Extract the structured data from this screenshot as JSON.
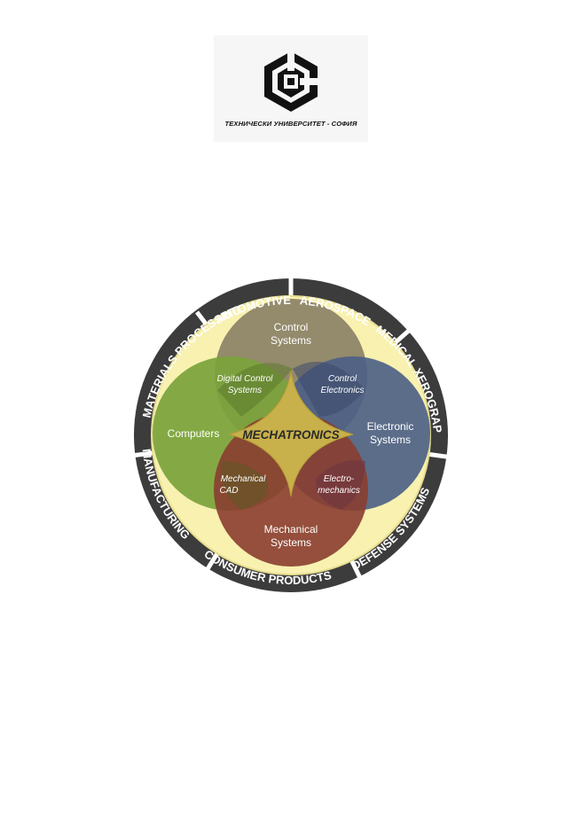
{
  "logo": {
    "caption": "ТЕХНИЧЕСКИ УНИВЕРСИТЕТ - СОФИЯ",
    "emblem_icon": "tu-sofia-emblem"
  },
  "diagram": {
    "center": "MECHATRONICS",
    "circles": {
      "top": [
        "Control",
        "Systems"
      ],
      "left": [
        "Computers"
      ],
      "right": [
        "Electronic",
        "Systems"
      ],
      "bottom": [
        "Mechanical",
        "Systems"
      ]
    },
    "overlaps": {
      "top_left": [
        "Digital Control",
        "Systems"
      ],
      "top_right": [
        "Control",
        "Electronics"
      ],
      "bottom_left": [
        "Mechanical",
        "CAD"
      ],
      "bottom_right": [
        "Electro-",
        "mechanics"
      ]
    },
    "ring_labels": {
      "automotive": "AUTOMOTIVE",
      "aerospace": "AEROSPACE",
      "medical": "MEDICAL",
      "xerography": "XEROGRAPHY",
      "defense": "DEFENSE SYSTEMS",
      "consumer": "CONSUMER PRODUCTS",
      "manufacturing": "MANUFACTURING",
      "materials": "MATERIALS PROCESSING"
    },
    "colors": {
      "ring": "#3c3c3c",
      "background_disc": "#f8f1b0",
      "control": "#8e8468",
      "computers": "#7aa33b",
      "electronic": "#4a5e86",
      "mechanical": "#8a3d30",
      "center": "#c8b04a"
    }
  }
}
